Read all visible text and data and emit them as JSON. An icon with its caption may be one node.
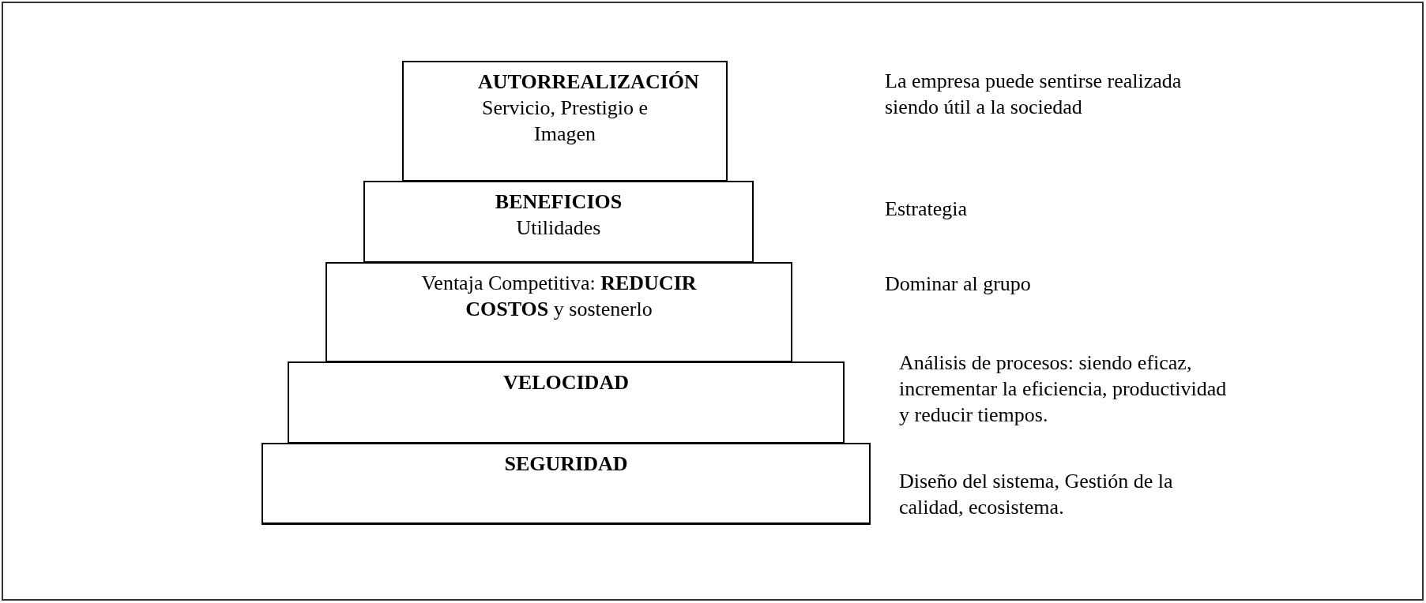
{
  "diagram": {
    "nodes": [
      {
        "text": [
          "AUTORREALIZACIÓN",
          "Servicio, Prestigio e Imagen"
        ]
      },
      {
        "text": [
          "BENEFICIOS",
          "Utilidades"
        ]
      },
      {
        "text": [
          "Ventaja Competitiva: **REDUCIR COSTOS** y sostenerlo"
        ]
      },
      {
        "text": [
          "VELOCIDAD"
        ]
      },
      {
        "text": [
          "SEGURIDAD"
        ]
      }
    ],
    "labels": [
      "La empresa puede sentirse realizada siendo útil a la sociedad",
      "Estrategia",
      "Dominar al grupo",
      "Análisis de procesos: siendo eficaz, incrementar la eficiencia, productividad y reducir tiempos.",
      "Diseño del sistema, Gestión de la calidad, ecosistema."
    ]
  }
}
